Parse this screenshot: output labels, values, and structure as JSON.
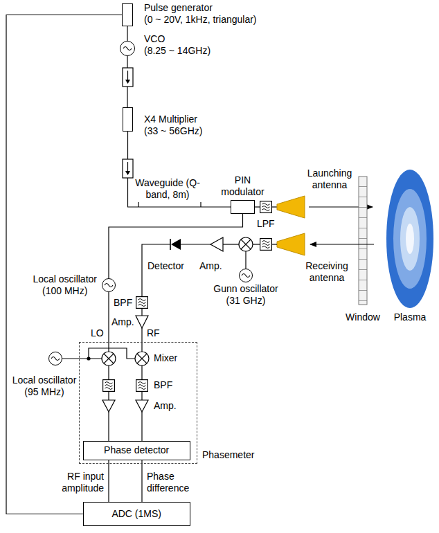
{
  "diagram": {
    "nodes": [
      {
        "text": [
          "Pulse generator",
          "(0 ~ 20V, 1kHz, triangular)"
        ]
      },
      {
        "text": [
          "VCO",
          "(8.25 ~ 14GHz)"
        ]
      },
      {
        "text": [
          "X4 Multiplier",
          "(33 ~ 56GHz)"
        ]
      },
      {
        "text": [
          "PIN modulator"
        ]
      },
      {
        "text": [
          "Local oscillator",
          "(100 MHz)"
        ]
      },
      {
        "text": [
          "Gunn oscillator",
          "(31 GHz)"
        ]
      },
      {
        "text": [
          "Local oscillator",
          "(95 MHz)"
        ]
      },
      {
        "text": [
          "Phasemeter"
        ]
      },
      {
        "text": [
          "Phase detector"
        ],
        "in": 7
      },
      {
        "text": [
          "ADC (1MS)"
        ]
      }
    ],
    "edges": [
      {
        "from": 0,
        "to": 1,
        "arrow": "none"
      },
      {
        "from": 1,
        "to": 2,
        "arrow": "none"
      },
      {
        "from": 2,
        "to": 3,
        "arrow": "none"
      },
      {
        "from": 4,
        "to": 3,
        "arrow": "none"
      },
      {
        "from": 8,
        "to": 9,
        "label": "RF input amplitude",
        "arrow": "none"
      },
      {
        "from": 8,
        "to": 9,
        "label": "Phase difference",
        "arrow": "none"
      },
      {
        "from": 9,
        "to": 0,
        "arrow": "none"
      }
    ],
    "labels": [
      "Waveguide (Q-band, 8m)",
      "LPF",
      "Launching antenna",
      "Receiving antenna",
      "Window",
      "Plasma",
      "Detector",
      "Amp.",
      "BPF",
      "Amp.",
      "LO",
      "RF",
      "Mixer",
      "BPF",
      "Amp."
    ]
  }
}
